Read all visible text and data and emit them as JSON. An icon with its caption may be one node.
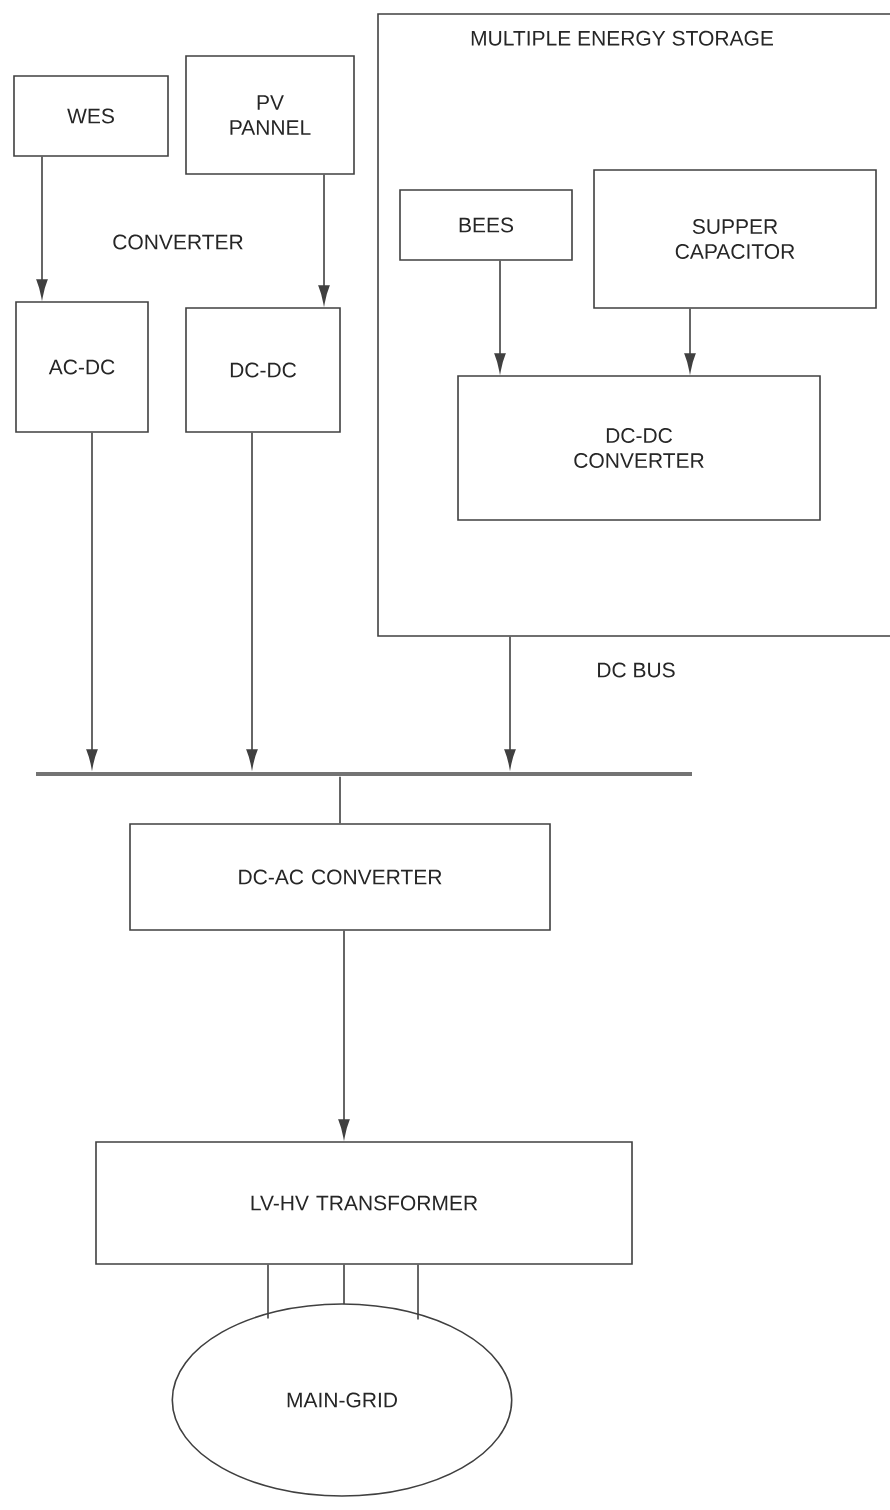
{
  "diagram": {
    "nodes": [
      {
        "text": [
          "WES"
        ]
      },
      {
        "text": [
          "PV PANNEL"
        ]
      },
      {
        "text": [
          "AC-DC"
        ]
      },
      {
        "text": [
          "DC-DC"
        ]
      },
      {
        "text": [
          "MULTIPLE ENERGY STORAGE"
        ]
      },
      {
        "text": [
          "BEES"
        ],
        "in": 4
      },
      {
        "text": [
          "SUPPER CAPACITOR"
        ],
        "in": 4
      },
      {
        "text": [
          "DC-DC CONVERTER"
        ],
        "in": 4
      },
      {
        "text": [],
        "shape": "bar"
      },
      {
        "text": [
          "DC-AC CONVERTER"
        ]
      },
      {
        "text": [
          "LV-HV TRANSFORMER"
        ]
      },
      {
        "text": [
          "MAIN-GRID"
        ]
      }
    ],
    "edges": [
      {
        "from": 0,
        "to": 2,
        "arrow": "to"
      },
      {
        "from": 1,
        "to": 3,
        "arrow": "to"
      },
      {
        "from": 5,
        "to": 7,
        "arrow": "to"
      },
      {
        "from": 6,
        "to": 7,
        "arrow": "to"
      },
      {
        "from": 2,
        "to": 8,
        "arrow": "to"
      },
      {
        "from": 3,
        "to": 8,
        "arrow": "to"
      },
      {
        "from": 4,
        "to": 8,
        "arrow": "to"
      },
      {
        "from": 8,
        "to": 9,
        "arrow": "none"
      },
      {
        "from": 9,
        "to": 10,
        "arrow": "to"
      },
      {
        "from": 10,
        "to": 11,
        "arrow": "none"
      },
      {
        "from": 10,
        "to": 11,
        "arrow": "none"
      },
      {
        "from": 10,
        "to": 11,
        "arrow": "none"
      }
    ],
    "labels": [
      "CONVERTER",
      "DC BUS"
    ]
  }
}
